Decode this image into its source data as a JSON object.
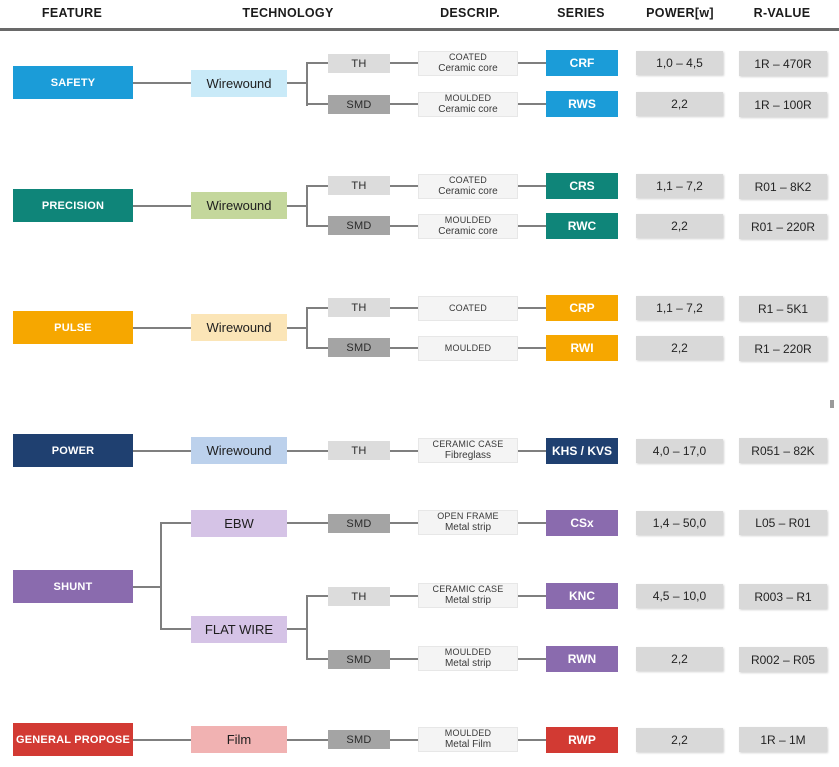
{
  "header": {
    "columns": [
      "FEATURE",
      "TECHNOLOGY",
      "DESCRIP.",
      "SERIES",
      "POWER[w]",
      "R-VALUE"
    ]
  },
  "palette": {
    "safety": "#1b9cd8",
    "safety_tech": "#c9eaf8",
    "precision": "#0f8579",
    "precision_tech": "#c4d79c",
    "pulse": "#f6a700",
    "pulse_tech": "#fbe5b7",
    "power": "#1f4070",
    "power_tech": "#bcd1ec",
    "shunt": "#8a6bae",
    "shunt_tech": "#d5c3e6",
    "general": "#d23a33",
    "general_tech": "#f1b2b2",
    "node_th": "#dcdcdc",
    "node_smd": "#a4a4a4",
    "desc_box": "#f4f4f4",
    "value_box": "#d9d9d9",
    "connector": "#7f7f7f",
    "divider": "#696969"
  },
  "sections": [
    {
      "feature": "SAFETY",
      "tech": "Wirewound",
      "rows": [
        {
          "node": "TH",
          "desc1": "COATED",
          "desc2": "Ceramic core",
          "series": "CRF",
          "power": "1,0 – 4,5",
          "rvalue": "1R – 470R"
        },
        {
          "node": "SMD",
          "desc1": "MOULDED",
          "desc2": "Ceramic core",
          "series": "RWS",
          "power": "2,2",
          "rvalue": "1R – 100R"
        }
      ]
    },
    {
      "feature": "PRECISION",
      "tech": "Wirewound",
      "rows": [
        {
          "node": "TH",
          "desc1": "COATED",
          "desc2": "Ceramic core",
          "series": "CRS",
          "power": "1,1 – 7,2",
          "rvalue": "R01 – 8K2"
        },
        {
          "node": "SMD",
          "desc1": "MOULDED",
          "desc2": "Ceramic core",
          "series": "RWC",
          "power": "2,2",
          "rvalue": "R01 – 220R"
        }
      ]
    },
    {
      "feature": "PULSE",
      "tech": "Wirewound",
      "rows": [
        {
          "node": "TH",
          "desc1": "COATED",
          "desc2": "",
          "series": "CRP",
          "power": "1,1 – 7,2",
          "rvalue": "R1 – 5K1"
        },
        {
          "node": "SMD",
          "desc1": "MOULDED",
          "desc2": "",
          "series": "RWI",
          "power": "2,2",
          "rvalue": "R1 – 220R"
        }
      ]
    },
    {
      "feature": "POWER",
      "tech": "Wirewound",
      "rows": [
        {
          "node": "TH",
          "desc1": "CERAMIC CASE",
          "desc2": "Fibreglass",
          "series": "KHS / KVS",
          "power": "4,0 – 17,0",
          "rvalue": "R051 – 82K"
        }
      ]
    },
    {
      "feature": "SHUNT",
      "tech_ebw": "EBW",
      "tech_flatwire": "FLAT WIRE",
      "rows": [
        {
          "node": "SMD",
          "desc1": "OPEN FRAME",
          "desc2": "Metal strip",
          "series": "CSx",
          "power": "1,4 – 50,0",
          "rvalue": "L05 – R01"
        },
        {
          "node": "TH",
          "desc1": "CERAMIC CASE",
          "desc2": "Metal strip",
          "series": "KNC",
          "power": "4,5 – 10,0",
          "rvalue": "R003 – R1"
        },
        {
          "node": "SMD",
          "desc1": "MOULDED",
          "desc2": "Metal strip",
          "series": "RWN",
          "power": "2,2",
          "rvalue": "R002 – R05"
        }
      ]
    },
    {
      "feature": "GENERAL PROPOSE",
      "tech": "Film",
      "rows": [
        {
          "node": "SMD",
          "desc1": "MOULDED",
          "desc2": "Metal Film",
          "series": "RWP",
          "power": "2,2",
          "rvalue": "1R – 1M"
        }
      ]
    }
  ]
}
